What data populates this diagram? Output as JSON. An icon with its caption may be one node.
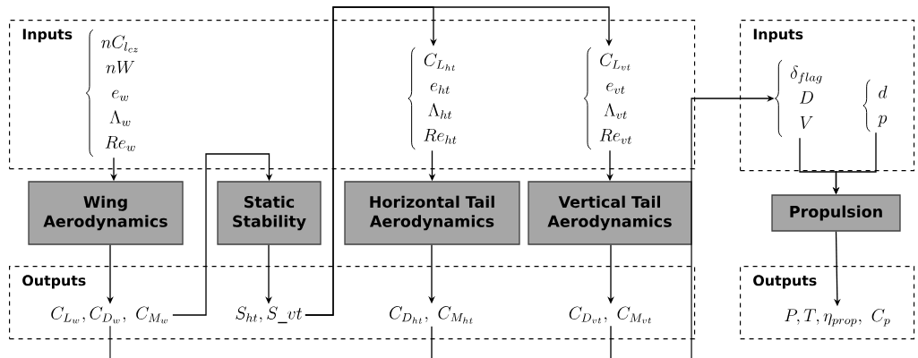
{
  "diagram": {
    "nodes": [
      {
        "text": [
          "Inputs"
        ]
      },
      {
        "text": [
          "nC_{l_{cz}}",
          "nW",
          "e_{w}",
          "\\Lambda_{w}",
          "Re_{w}"
        ],
        "in": 0
      },
      {
        "text": [
          "C_{L_{ht}}",
          "e_{ht}",
          "\\Lambda_{ht}",
          "Re_{ht}"
        ],
        "in": 0
      },
      {
        "text": [
          "C_{L_{vt}}",
          "e_{vt}",
          "\\Lambda_{vt}",
          "Re_{vt}"
        ],
        "in": 0
      },
      {
        "text": [
          "Wing Aerodynamics"
        ]
      },
      {
        "text": [
          "Static Stability"
        ]
      },
      {
        "text": [
          "Horizontal Tail Aerodynamics"
        ]
      },
      {
        "text": [
          "Vertical Tail Aerodynamics"
        ]
      },
      {
        "text": [
          "Outputs"
        ]
      },
      {
        "text": [
          "C_{L_w}, C_{D_w},\\ C_{M_w}"
        ],
        "in": 8
      },
      {
        "text": [
          "S_{ht}, S\\_vt"
        ],
        "in": 8
      },
      {
        "text": [
          "C_{D_{ht}},\\ C_{M_{ht}}"
        ],
        "in": 8
      },
      {
        "text": [
          "C_{D_{vt}},\\ C_{M_{vt}}"
        ],
        "in": 8
      },
      {
        "text": [
          "Inputs"
        ]
      },
      {
        "text": [
          "\\delta_{flag}",
          "D",
          "V"
        ],
        "in": 13
      },
      {
        "text": [
          "d",
          "p"
        ],
        "in": 13
      },
      {
        "text": [
          "Propulsion"
        ]
      },
      {
        "text": [
          "Outputs"
        ]
      },
      {
        "text": [
          "P, T, \\eta_{prop},\\ C_p"
        ],
        "in": 17
      }
    ],
    "edges": [
      {
        "from": 1,
        "to": 4,
        "arrow": "to"
      },
      {
        "from": 2,
        "to": 6,
        "arrow": "to"
      },
      {
        "from": 3,
        "to": 7,
        "arrow": "to"
      },
      {
        "from": 9,
        "to": 5,
        "arrow": "to"
      },
      {
        "from": 10,
        "to": 2,
        "arrow": "to"
      },
      {
        "from": 10,
        "to": 3,
        "arrow": "to"
      },
      {
        "from": 4,
        "to": 9,
        "arrow": "to"
      },
      {
        "from": 5,
        "to": 10,
        "arrow": "to"
      },
      {
        "from": 6,
        "to": 11,
        "arrow": "to"
      },
      {
        "from": 7,
        "to": 12,
        "arrow": "to"
      },
      {
        "from": 9,
        "to": null,
        "arrow": "none"
      },
      {
        "from": 11,
        "to": null,
        "arrow": "none"
      },
      {
        "from": 12,
        "to": null,
        "arrow": "none"
      },
      {
        "from": null,
        "to": 14,
        "arrow": "to"
      },
      {
        "from": 14,
        "to": 16,
        "arrow": "to"
      },
      {
        "from": 15,
        "to": 16,
        "arrow": "to"
      },
      {
        "from": 16,
        "to": 18,
        "arrow": "to"
      }
    ]
  }
}
